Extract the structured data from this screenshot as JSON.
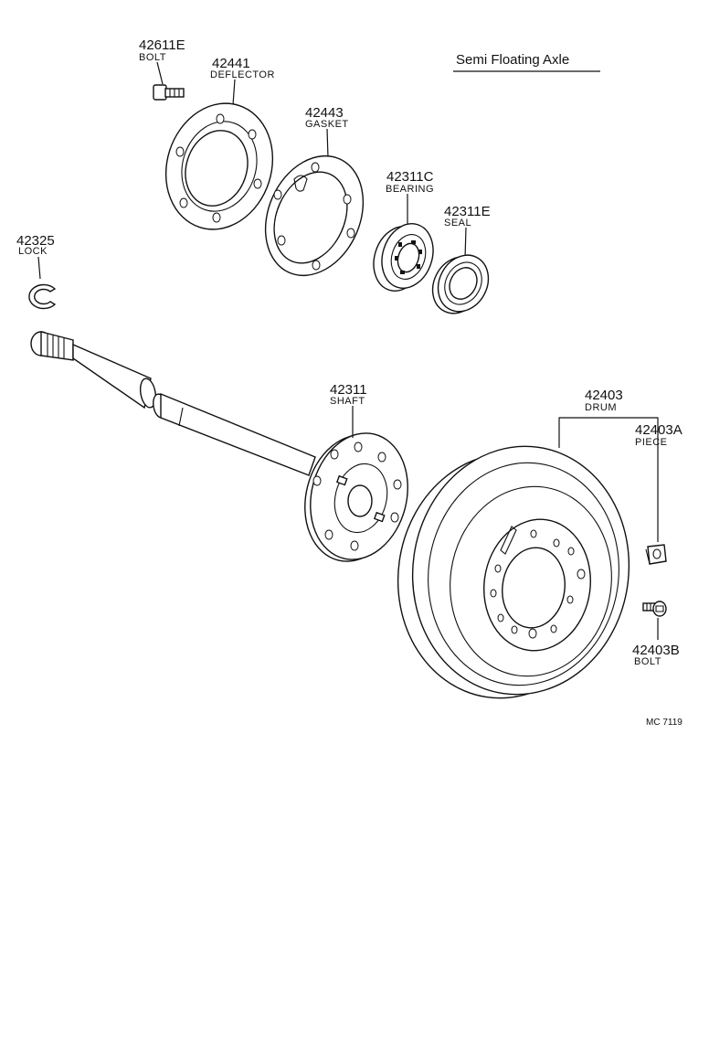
{
  "diagram": {
    "title": "Semi Floating Axle",
    "code": "MC  7119",
    "parts": [
      {
        "number": "42611E",
        "name": "BOLT"
      },
      {
        "number": "42441",
        "name": "DEFLECTOR"
      },
      {
        "number": "42443",
        "name": "GASKET"
      },
      {
        "number": "42311C",
        "name": "BEARING"
      },
      {
        "number": "42311E",
        "name": "SEAL"
      },
      {
        "number": "42325",
        "name": "LOCK"
      },
      {
        "number": "42311",
        "name": "SHAFT"
      },
      {
        "number": "42403",
        "name": "DRUM"
      },
      {
        "number": "42403A",
        "name": "PIECE"
      },
      {
        "number": "42403B",
        "name": "BOLT"
      }
    ]
  }
}
